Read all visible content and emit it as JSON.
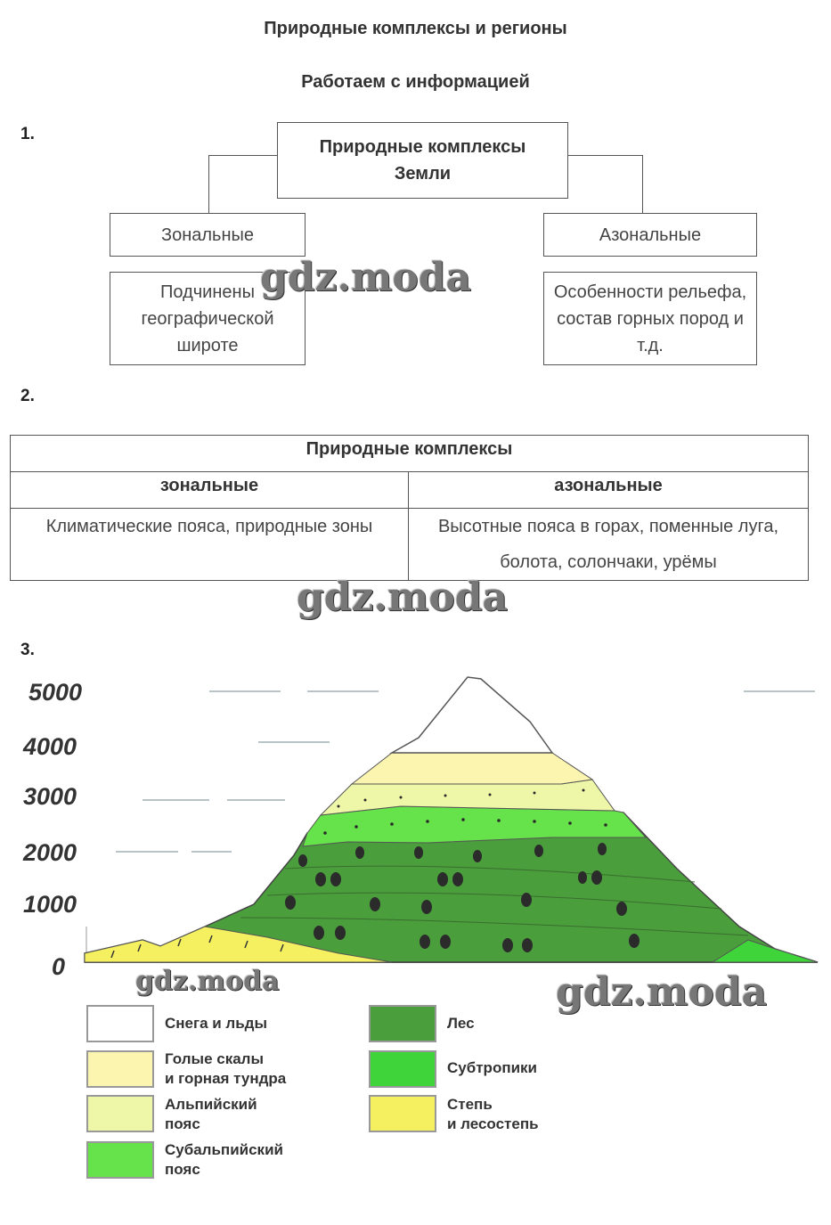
{
  "heading": "Природные комплексы и регионы",
  "subheading": "Работаем с информацией",
  "task1": {
    "number": "1.",
    "root": "Природные комплексы Земли",
    "left_label": "Зональные",
    "right_label": "Азональные",
    "left_desc": "Подчинены географической широте",
    "right_desc": "Особенности рельефа, состав горных пород и т.д."
  },
  "task2": {
    "number": "2.",
    "table_title": "Природные комплексы",
    "col1": "зональные",
    "col2": "азональные",
    "cell1": "Климатические пояса, природные зоны",
    "cell2": "Высотные пояса в горах,  поменные луга, болота, солончаки, урёмы"
  },
  "task3": {
    "number": "3.",
    "axis_ticks": [
      "5000",
      "4000",
      "3000",
      "2000",
      "1000",
      "0"
    ],
    "legend": [
      {
        "label": "Снега и льды",
        "color": "#ffffff"
      },
      {
        "label": "Голые скалы\nи горная тундра",
        "color": "#fbf5b0"
      },
      {
        "label": "Альпийский\nпояс",
        "color": "#eef7a8"
      },
      {
        "label": "Субальпийский\nпояс",
        "color": "#66e34a"
      },
      {
        "label": "Лес",
        "color": "#4a9e3c"
      },
      {
        "label": "Субтропики",
        "color": "#3ed43a"
      },
      {
        "label": "Степь\nи лесостепь",
        "color": "#f5f060"
      }
    ]
  },
  "watermark": "gdz.moda"
}
